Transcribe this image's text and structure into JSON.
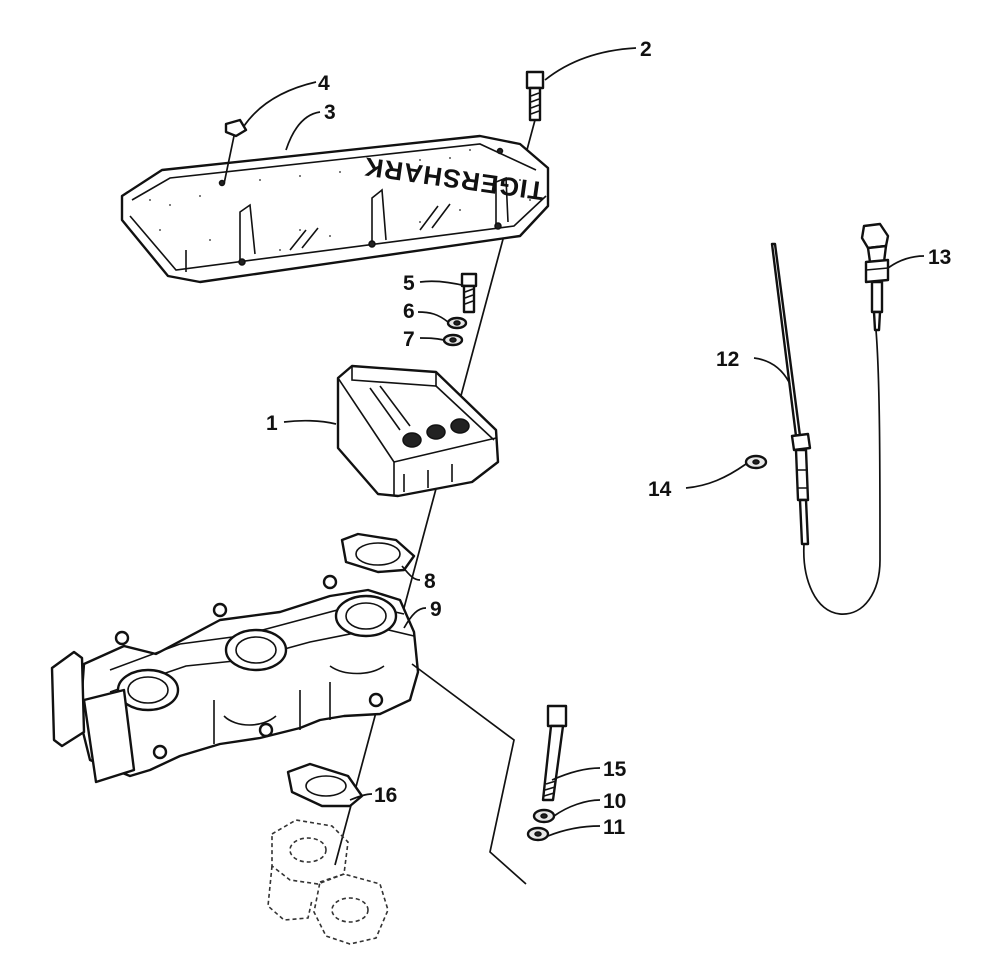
{
  "diagram": {
    "callouts": [
      "1",
      "2",
      "3",
      "4",
      "5",
      "6",
      "7",
      "8",
      "9",
      "10",
      "11",
      "12",
      "13",
      "14",
      "15",
      "16"
    ],
    "cover_logo": "TIGERSHARK"
  }
}
